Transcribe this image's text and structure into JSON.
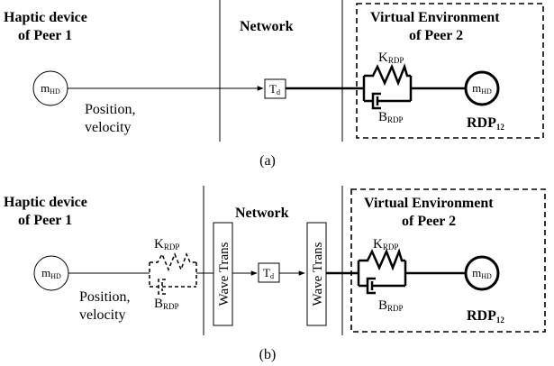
{
  "panel_a": {
    "peer1_title_line1": "Haptic device",
    "peer1_title_line2": "of Peer 1",
    "network_label": "Network",
    "env_title_line1": "Virtual Environment",
    "env_title_line2": "of Peer 2",
    "mass_left": {
      "base": "m",
      "sub": "HD"
    },
    "mass_right": {
      "base": "m",
      "sub": "HD"
    },
    "signal_line1": "Position,",
    "signal_line2": "velocity",
    "delay": {
      "base": "T",
      "sub": "d"
    },
    "spring": {
      "base": "K",
      "sub": "RDP"
    },
    "damper": {
      "base": "B",
      "sub": "RDP"
    },
    "rdp": {
      "base": "RDP",
      "sub": "12"
    },
    "caption": "(a)"
  },
  "panel_b": {
    "peer1_title_line1": "Haptic device",
    "peer1_title_line2": "of Peer 1",
    "network_label": "Network",
    "env_title_line1": "Virtual Environment",
    "env_title_line2": "of Peer 2",
    "mass_left": {
      "base": "m",
      "sub": "HD"
    },
    "mass_right": {
      "base": "m",
      "sub": "HD"
    },
    "signal_line1": "Position,",
    "signal_line2": "velocity",
    "delay": {
      "base": "T",
      "sub": "d"
    },
    "wave_left": "Wave Trans",
    "wave_right": "Wave Trans",
    "spring_left": {
      "base": "K",
      "sub": "RDP"
    },
    "damper_left": {
      "base": "B",
      "sub": "RDP"
    },
    "spring_right": {
      "base": "K",
      "sub": "RDP"
    },
    "damper_right": {
      "base": "B",
      "sub": "RDP"
    },
    "rdp": {
      "base": "RDP",
      "sub": "12"
    },
    "caption": "(b)"
  }
}
